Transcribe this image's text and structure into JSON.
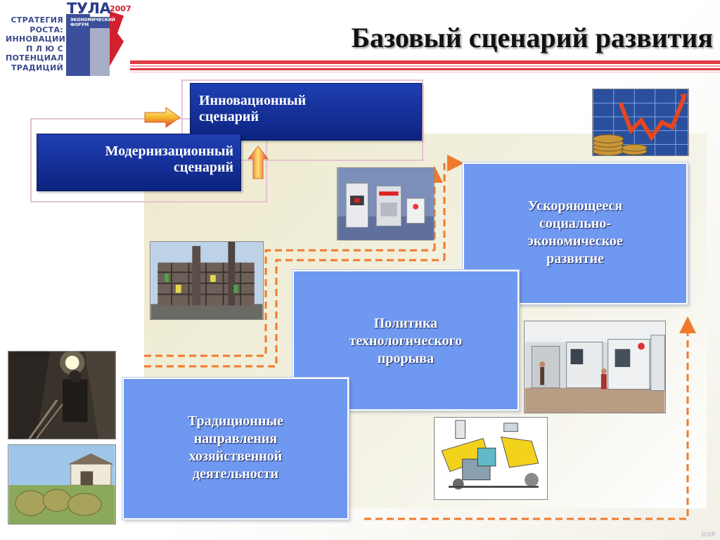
{
  "logo": {
    "lines": [
      "СТРАТЕГИЯ",
      "РОСТА:",
      "ИННОВАЦИИ",
      "П Л Ю С",
      "ПОТЕНЦИАЛ",
      "ТРАДИЦИЙ"
    ],
    "name": "ТУЛА",
    "year": "2007",
    "forum": "ЭКОНОМИЧЕСКИЙ ФОРУМ"
  },
  "title": "Базовый сценарий развития",
  "scenarios": {
    "innovation": [
      "Инновационный",
      "сценарий"
    ],
    "modernization": [
      "Модернизационный",
      "сценарий"
    ]
  },
  "stages": {
    "accelerated": [
      "Ускоряющееся",
      "социально-",
      "экономическое",
      "развитие"
    ],
    "policy": [
      "Политика",
      "технологического",
      "прорыва"
    ],
    "traditional": [
      "Традиционные",
      "направления",
      "хозяйственной",
      "деятельности"
    ]
  },
  "icons": [
    "arrow-right-icon",
    "arrow-up-icon"
  ],
  "colors": {
    "accent_dashed": "#f07a2c",
    "stage_box": "#6f98f0",
    "scenario_box": "#12308f",
    "title_line": "#e23844"
  },
  "corner_mark": "DSP"
}
